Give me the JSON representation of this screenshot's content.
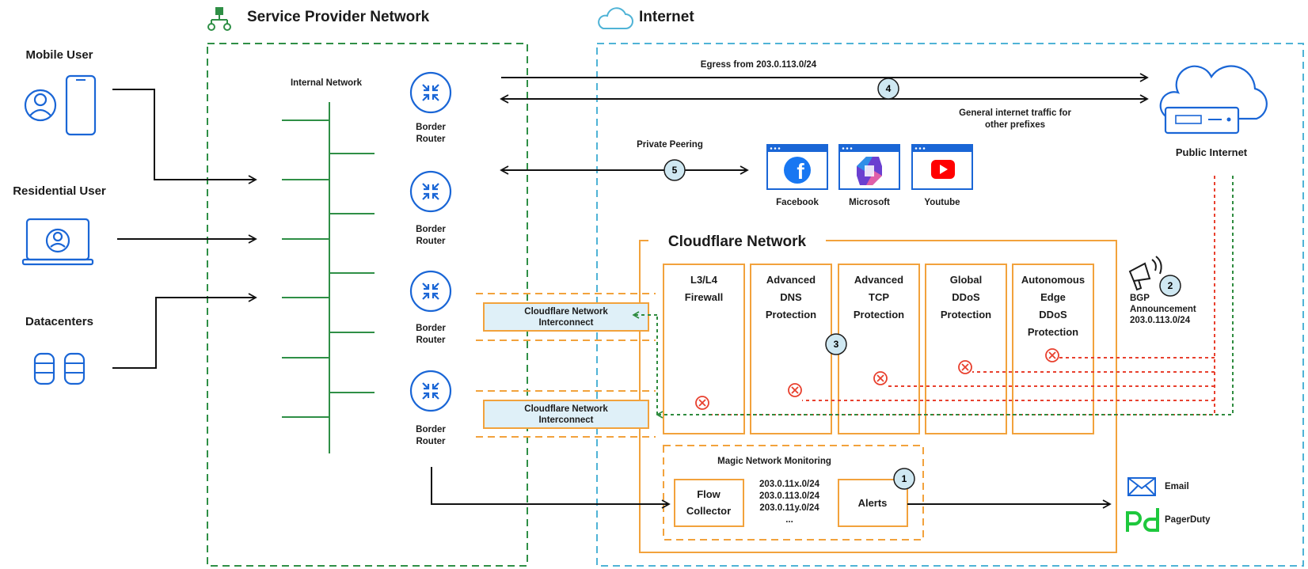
{
  "colors": {
    "service_provider_border": "#2f8f46",
    "internet_border": "#4fb3d6",
    "cloudflare_orange": "#f2a23c",
    "blocked_red": "#e8402e",
    "clean_green": "#2e8b3e",
    "icon_blue": "#1a66d6",
    "step_badge": "#cfe8f2"
  },
  "regions": {
    "service_provider": {
      "title": "Service Provider Network",
      "icon": "network-tree-icon"
    },
    "internet": {
      "title": "Internet",
      "icon": "cloud-icon"
    }
  },
  "users": [
    {
      "label": "Mobile User",
      "icon": "mobile-user-icon"
    },
    {
      "label": "Residential User",
      "icon": "laptop-user-icon"
    },
    {
      "label": "Datacenters",
      "icon": "database-icon"
    }
  ],
  "internal_network": {
    "label": "Internal Network"
  },
  "border_routers": [
    {
      "line1": "Border",
      "line2": "Router",
      "icon": "router-icon"
    },
    {
      "line1": "Border",
      "line2": "Router",
      "icon": "router-icon"
    },
    {
      "line1": "Border",
      "line2": "Router",
      "icon": "router-icon"
    },
    {
      "line1": "Border",
      "line2": "Router",
      "icon": "router-icon"
    }
  ],
  "interconnects": [
    {
      "line1": "Cloudflare Network",
      "line2": "Interconnect"
    },
    {
      "line1": "Cloudflare Network",
      "line2": "Interconnect"
    }
  ],
  "flows": {
    "egress": "Egress from 203.0.113.0/24",
    "general_line1": "General internet traffic for",
    "general_line2": "other prefixes",
    "private_peering": "Private Peering"
  },
  "public_internet": {
    "label": "Public Internet",
    "icon": "server-cloud-icon"
  },
  "peers": [
    {
      "label": "Facebook",
      "icon": "facebook-icon"
    },
    {
      "label": "Microsoft",
      "icon": "microsoft-icon"
    },
    {
      "label": "Youtube",
      "icon": "youtube-icon"
    }
  ],
  "cloudflare": {
    "title": "Cloudflare Network",
    "services": [
      {
        "lines": [
          "L3/L4",
          "Firewall"
        ]
      },
      {
        "lines": [
          "Advanced",
          "DNS",
          "Protection"
        ]
      },
      {
        "lines": [
          "Advanced",
          "TCP",
          "Protection"
        ]
      },
      {
        "lines": [
          "Global",
          "DDoS",
          "Protection"
        ]
      },
      {
        "lines": [
          "Autonomous",
          "Edge",
          "DDoS",
          "Protection"
        ]
      }
    ],
    "monitoring": {
      "title": "Magic Network Monitoring",
      "flow_collector_line1": "Flow",
      "flow_collector_line2": "Collector",
      "prefixes": [
        "203.0.11x.0/24",
        "203.0.113.0/24",
        "203.0.11y.0/24",
        "..."
      ],
      "alerts": "Alerts"
    }
  },
  "bgp": {
    "line1": "BGP",
    "line2": "Announcement",
    "line3": "203.0.113.0/24",
    "icon": "megaphone-icon"
  },
  "notifications": [
    {
      "label": "Email",
      "icon": "email-icon"
    },
    {
      "label": "PagerDuty",
      "icon": "pagerduty-icon"
    }
  ],
  "steps": [
    "1",
    "2",
    "3",
    "4",
    "5"
  ]
}
